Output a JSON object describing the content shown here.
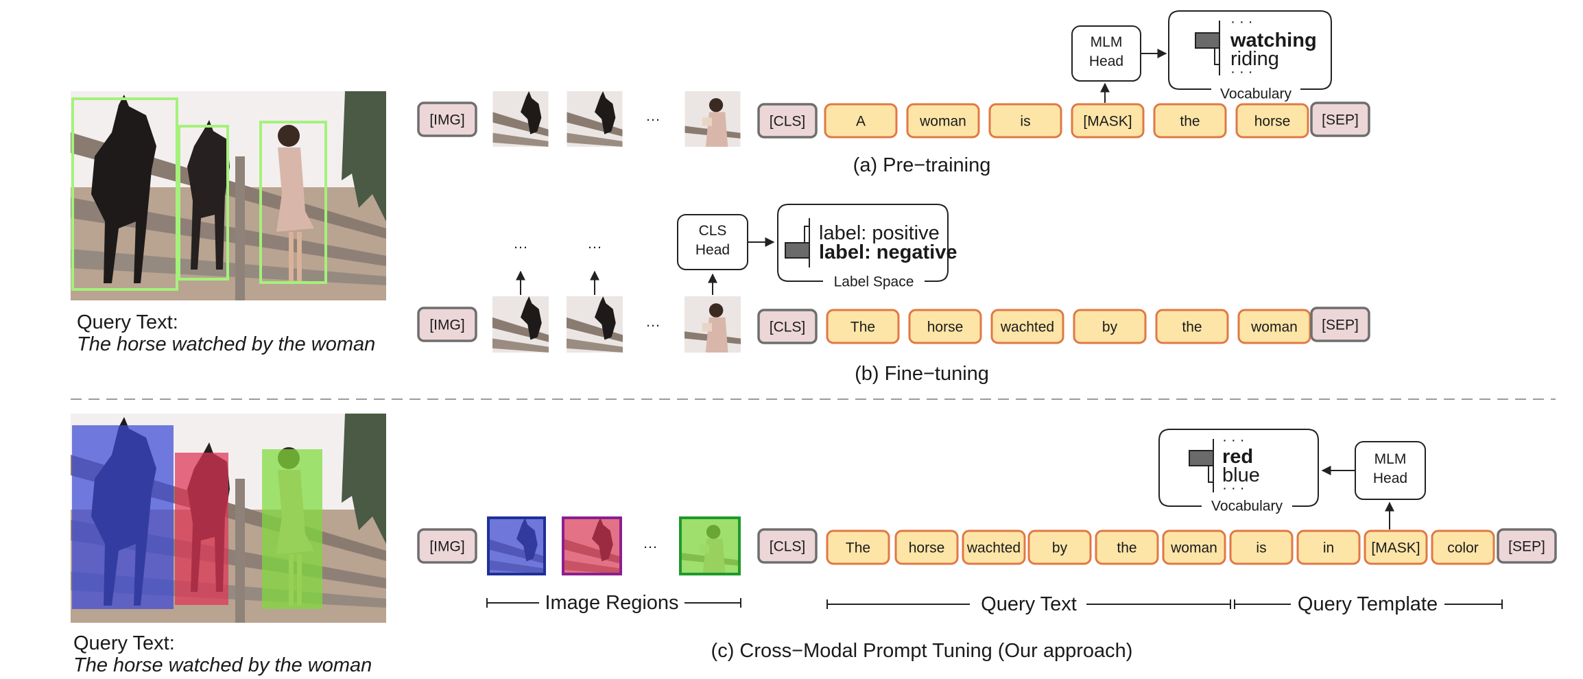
{
  "special_tokens": {
    "img": "[IMG]",
    "cls": "[CLS]",
    "sep": "[SEP]",
    "ellipsis": "···"
  },
  "pretraining": {
    "caption": "(a) Pre−training",
    "tokens": [
      "A",
      "woman",
      "is",
      "[MASK]",
      "the",
      "horse"
    ],
    "head": [
      "MLM",
      "Head"
    ],
    "vocab_top_dots": "· · ·",
    "vocab_words": [
      "watching",
      "riding"
    ],
    "vocab_bottom_dots": "· · ·",
    "vocab_label": "Vocabulary"
  },
  "finetuning": {
    "caption": "(b) Fine−tuning",
    "tokens": [
      "The",
      "horse",
      "wachted",
      "by",
      "the",
      "woman"
    ],
    "head": [
      "CLS",
      "Head"
    ],
    "labels": [
      "label: positive",
      "label: negative"
    ],
    "label_space": "Label Space"
  },
  "cpt": {
    "caption": "(c) Cross−Modal Prompt Tuning (Our approach)",
    "tokens": [
      "The",
      "horse",
      "wachted",
      "by",
      "the",
      "woman",
      "is",
      "in",
      "[MASK]",
      "color"
    ],
    "head": [
      "MLM",
      "Head"
    ],
    "vocab_top_dots": "· · ·",
    "vocab_words": [
      "red",
      "blue"
    ],
    "vocab_bottom_dots": "· · ·",
    "vocab_label": "Vocabulary",
    "brackets": [
      "Image Regions",
      "Query Text",
      "Query Template"
    ]
  },
  "query_top": {
    "label": "Query Text:",
    "text": "The horse watched by the woman"
  },
  "query_bottom": {
    "label": "Query Text:",
    "text": "The horse watched by the woman"
  },
  "colors": {
    "token_fill": "#fde5a7",
    "token_border": "#e07845",
    "special_fill": "#ecd6d8",
    "special_border": "#6e6e6e",
    "region_blue": "#3b49d6",
    "region_red": "#de3454",
    "region_green": "#7edb3c",
    "bbox": "#a4f27a"
  }
}
